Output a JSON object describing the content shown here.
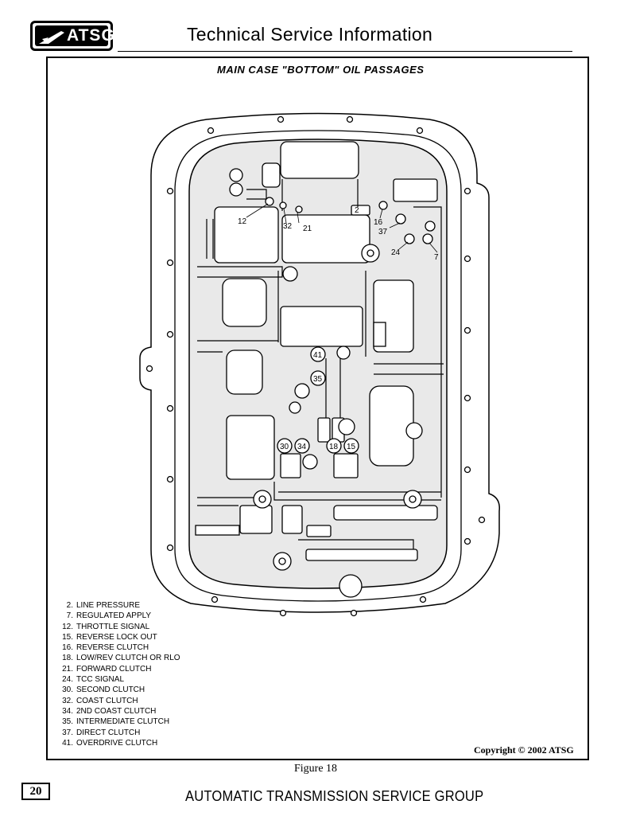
{
  "header": {
    "logo_text": "ATSG",
    "title": "Technical Service Information"
  },
  "figure": {
    "title": "MAIN CASE \"BOTTOM\" OIL PASSAGES",
    "caption": "Figure 18",
    "copyright": "Copyright © 2002 ATSG",
    "callouts": [
      "2",
      "7",
      "12",
      "15",
      "16",
      "18",
      "21",
      "24",
      "30",
      "32",
      "34",
      "35",
      "37",
      "41"
    ]
  },
  "legend": [
    {
      "num": "2.",
      "label": "LINE PRESSURE"
    },
    {
      "num": "7.",
      "label": "REGULATED APPLY"
    },
    {
      "num": "12.",
      "label": "THROTTLE SIGNAL"
    },
    {
      "num": "15.",
      "label": "REVERSE LOCK OUT"
    },
    {
      "num": "16.",
      "label": "REVERSE CLUTCH"
    },
    {
      "num": "18.",
      "label": "LOW/REV CLUTCH OR RLO"
    },
    {
      "num": "21.",
      "label": "FORWARD CLUTCH"
    },
    {
      "num": "24.",
      "label": "TCC SIGNAL"
    },
    {
      "num": "30.",
      "label": "SECOND CLUTCH"
    },
    {
      "num": "32.",
      "label": "COAST CLUTCH"
    },
    {
      "num": "34.",
      "label": "2ND COAST CLUTCH"
    },
    {
      "num": "35.",
      "label": "INTERMEDIATE CLUTCH"
    },
    {
      "num": "37.",
      "label": "DIRECT CLUTCH"
    },
    {
      "num": "41.",
      "label": "OVERDRIVE CLUTCH"
    }
  ],
  "footer": {
    "page_number": "20",
    "title": "AUTOMATIC TRANSMISSION SERVICE GROUP"
  }
}
